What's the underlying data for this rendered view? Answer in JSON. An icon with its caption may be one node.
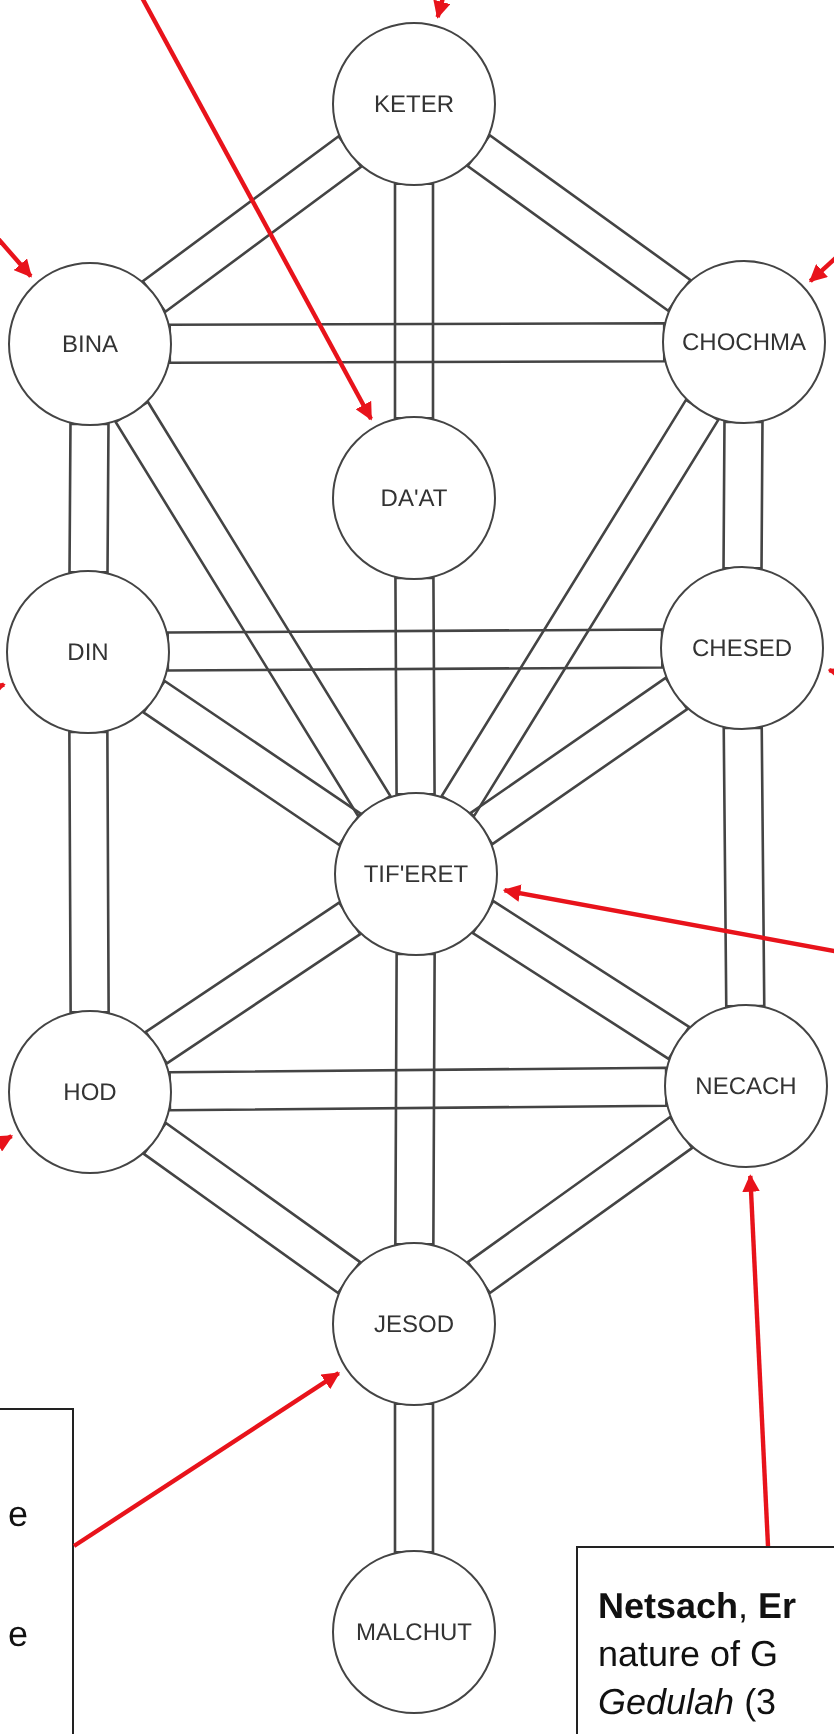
{
  "diagram": {
    "nodes": [
      {
        "text": [
          "KETER"
        ]
      },
      {
        "text": [
          "BINA"
        ]
      },
      {
        "text": [
          "CHOCHMA"
        ]
      },
      {
        "text": [
          "DA'AT"
        ]
      },
      {
        "text": [
          "DIN"
        ]
      },
      {
        "text": [
          "CHESED"
        ]
      },
      {
        "text": [
          "TIF'ERET"
        ]
      },
      {
        "text": [
          "HOD"
        ]
      },
      {
        "text": [
          "NECACH"
        ]
      },
      {
        "text": [
          "JESOD"
        ]
      },
      {
        "text": [
          "e",
          "e"
        ]
      },
      {
        "text": [
          "**Netsach**, **Er** nature of G *Gedulah* (3"
        ]
      },
      {
        "text": [
          "MALCHUT"
        ]
      }
    ],
    "edges": [
      {
        "from": 0,
        "to": 1,
        "arrow": "none"
      },
      {
        "from": 0,
        "to": 2,
        "arrow": "none"
      },
      {
        "from": 0,
        "to": 3,
        "arrow": "none"
      },
      {
        "from": 1,
        "to": 2,
        "arrow": "none"
      },
      {
        "from": 1,
        "to": 4,
        "arrow": "none"
      },
      {
        "from": 1,
        "to": 6,
        "arrow": "none"
      },
      {
        "from": 2,
        "to": 5,
        "arrow": "none"
      },
      {
        "from": 2,
        "to": 6,
        "arrow": "none"
      },
      {
        "from": 3,
        "to": 6,
        "arrow": "none"
      },
      {
        "from": 4,
        "to": 5,
        "arrow": "none"
      },
      {
        "from": 4,
        "to": 6,
        "arrow": "none"
      },
      {
        "from": 5,
        "to": 6,
        "arrow": "none"
      },
      {
        "from": 4,
        "to": 7,
        "arrow": "none"
      },
      {
        "from": 5,
        "to": 8,
        "arrow": "none"
      },
      {
        "from": 6,
        "to": 7,
        "arrow": "none"
      },
      {
        "from": 6,
        "to": 8,
        "arrow": "none"
      },
      {
        "from": 6,
        "to": 9,
        "arrow": "none"
      },
      {
        "from": 7,
        "to": 8,
        "arrow": "none"
      },
      {
        "from": 7,
        "to": 9,
        "arrow": "none"
      },
      {
        "from": 8,
        "to": 9,
        "arrow": "none"
      },
      {
        "from": 9,
        "to": 12,
        "arrow": "none"
      },
      {
        "from": null,
        "to": 0,
        "arrow": "to",
        "color": "#e8131b"
      },
      {
        "from": null,
        "to": 1,
        "arrow": "to",
        "color": "#e8131b"
      },
      {
        "from": null,
        "to": 2,
        "arrow": "to",
        "color": "#e8131b"
      },
      {
        "from": null,
        "to": 3,
        "arrow": "to",
        "color": "#e8131b"
      },
      {
        "from": null,
        "to": 4,
        "arrow": "to",
        "color": "#e8131b"
      },
      {
        "from": null,
        "to": 5,
        "arrow": "to",
        "color": "#e8131b"
      },
      {
        "from": null,
        "to": 6,
        "arrow": "to",
        "color": "#e8131b"
      },
      {
        "from": null,
        "to": 7,
        "arrow": "to",
        "color": "#e8131b"
      },
      {
        "from": 11,
        "to": 8,
        "arrow": "to",
        "color": "#e8131b"
      },
      {
        "from": 10,
        "to": 9,
        "arrow": "to",
        "color": "#e8131b"
      }
    ]
  }
}
